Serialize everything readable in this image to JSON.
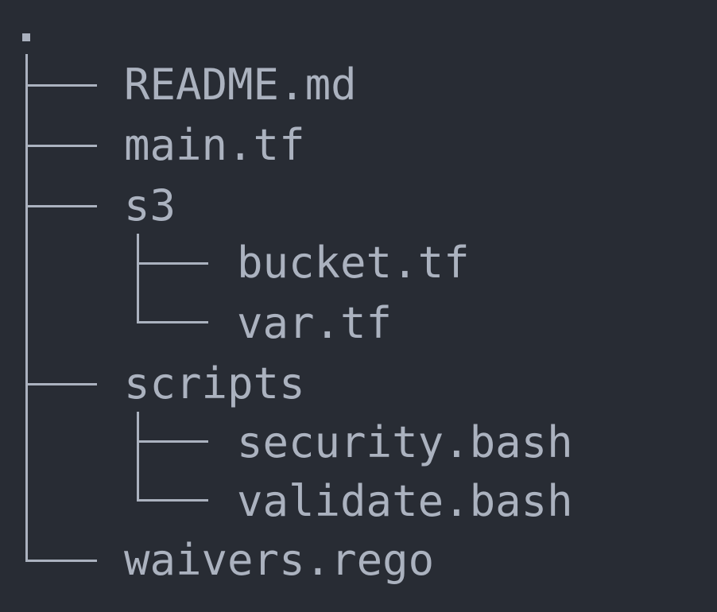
{
  "tree": {
    "root": ".",
    "entries": [
      {
        "name": "README.md",
        "depth": 0
      },
      {
        "name": "main.tf",
        "depth": 0
      },
      {
        "name": "s3",
        "depth": 0
      },
      {
        "name": "bucket.tf",
        "depth": 1
      },
      {
        "name": "var.tf",
        "depth": 1
      },
      {
        "name": "scripts",
        "depth": 0
      },
      {
        "name": "security.bash",
        "depth": 1
      },
      {
        "name": "validate.bash",
        "depth": 1
      },
      {
        "name": "waivers.rego",
        "depth": 0
      }
    ]
  },
  "colors": {
    "background": "#282c34",
    "foreground": "#abb2bf"
  }
}
